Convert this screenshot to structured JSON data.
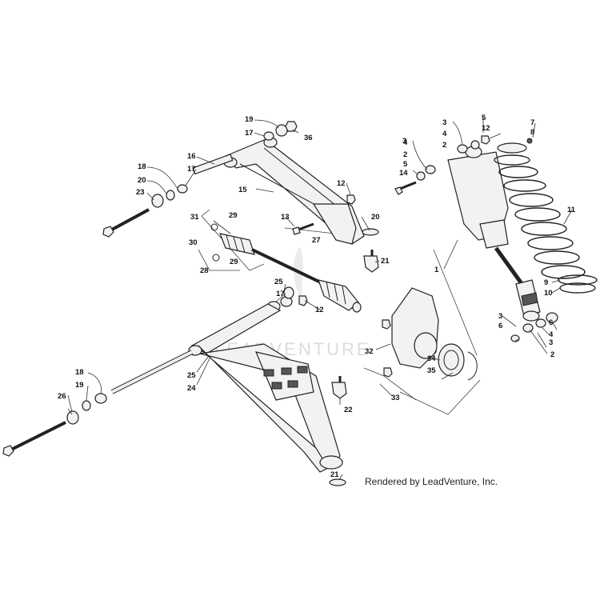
{
  "diagram": {
    "watermark": "LEADVENTURE",
    "caption": "Rendered by LeadVenture, Inc.",
    "callouts": [
      "1",
      "2",
      "2",
      "2",
      "3",
      "3",
      "3",
      "3",
      "4",
      "4",
      "4",
      "5",
      "5",
      "6",
      "6",
      "7",
      "8",
      "9",
      "10",
      "11",
      "12",
      "12",
      "12",
      "13",
      "14",
      "15",
      "16",
      "17",
      "17",
      "17",
      "18",
      "18",
      "19",
      "19",
      "20",
      "20",
      "21",
      "21",
      "22",
      "23",
      "24",
      "25",
      "25",
      "26",
      "27",
      "28",
      "29",
      "29",
      "30",
      "31",
      "32",
      "33",
      "34",
      "35",
      "36"
    ]
  }
}
